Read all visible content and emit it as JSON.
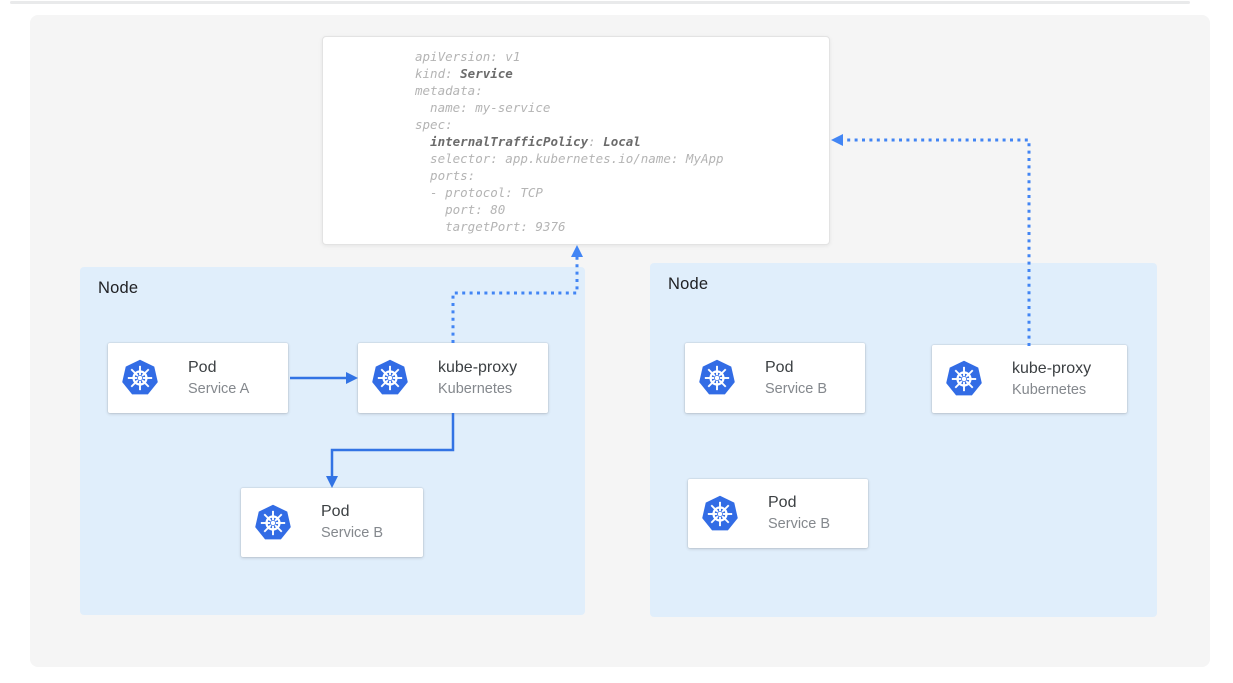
{
  "colors": {
    "kubernetes_blue": "#326ce5",
    "solid_arrow_blue": "#3273e4",
    "dotted_arrow_blue": "#4285f4",
    "node_background": "#e0eefb",
    "panel_background": "#f5f5f5",
    "card_title_text": "#3c4043",
    "card_subtitle_text": "#84888d",
    "code_text": "#b4b4b4",
    "code_bold_text": "#6b6b6b"
  },
  "yaml_card": {
    "lines": [
      [
        {
          "t": "apiVersion: v1",
          "b": false
        }
      ],
      [
        {
          "t": "kind: ",
          "b": false
        },
        {
          "t": "Service",
          "b": true
        }
      ],
      [
        {
          "t": "metadata:",
          "b": false
        }
      ],
      [
        {
          "t": "  name: my-service",
          "b": false
        }
      ],
      [
        {
          "t": "spec:",
          "b": false
        }
      ],
      [
        {
          "t": "  ",
          "b": false
        },
        {
          "t": "internalTrafficPolicy",
          "b": true
        },
        {
          "t": ": ",
          "b": false
        },
        {
          "t": "Local",
          "b": true
        }
      ],
      [
        {
          "t": "  selector: app.kubernetes.io/name: MyApp",
          "b": false
        }
      ],
      [
        {
          "t": "  ports:",
          "b": false
        }
      ],
      [
        {
          "t": "  - protocol: TCP",
          "b": false
        }
      ],
      [
        {
          "t": "    port: 80",
          "b": false
        }
      ],
      [
        {
          "t": "    targetPort: 9376",
          "b": false
        }
      ]
    ]
  },
  "nodes": [
    {
      "label": "Node",
      "cards": [
        {
          "title": "Pod",
          "subtitle": "Service A",
          "icon": "kubernetes-icon"
        },
        {
          "title": "kube-proxy",
          "subtitle": "Kubernetes",
          "icon": "kubernetes-icon"
        },
        {
          "title": "Pod",
          "subtitle": "Service B",
          "icon": "kubernetes-icon"
        }
      ]
    },
    {
      "label": "Node",
      "cards": [
        {
          "title": "Pod",
          "subtitle": "Service B",
          "icon": "kubernetes-icon"
        },
        {
          "title": "kube-proxy",
          "subtitle": "Kubernetes",
          "icon": "kubernetes-icon"
        },
        {
          "title": "Pod",
          "subtitle": "Service B",
          "icon": "kubernetes-icon"
        }
      ]
    }
  ],
  "connections": [
    {
      "name": "pod-service-a-to-kube-proxy",
      "style": "solid-arrow"
    },
    {
      "name": "kube-proxy-to-pod-service-b",
      "style": "solid-arrow"
    },
    {
      "name": "kube-proxy-left-to-service-config",
      "style": "dotted-arrow"
    },
    {
      "name": "kube-proxy-right-to-service-config",
      "style": "dotted-arrow"
    }
  ]
}
